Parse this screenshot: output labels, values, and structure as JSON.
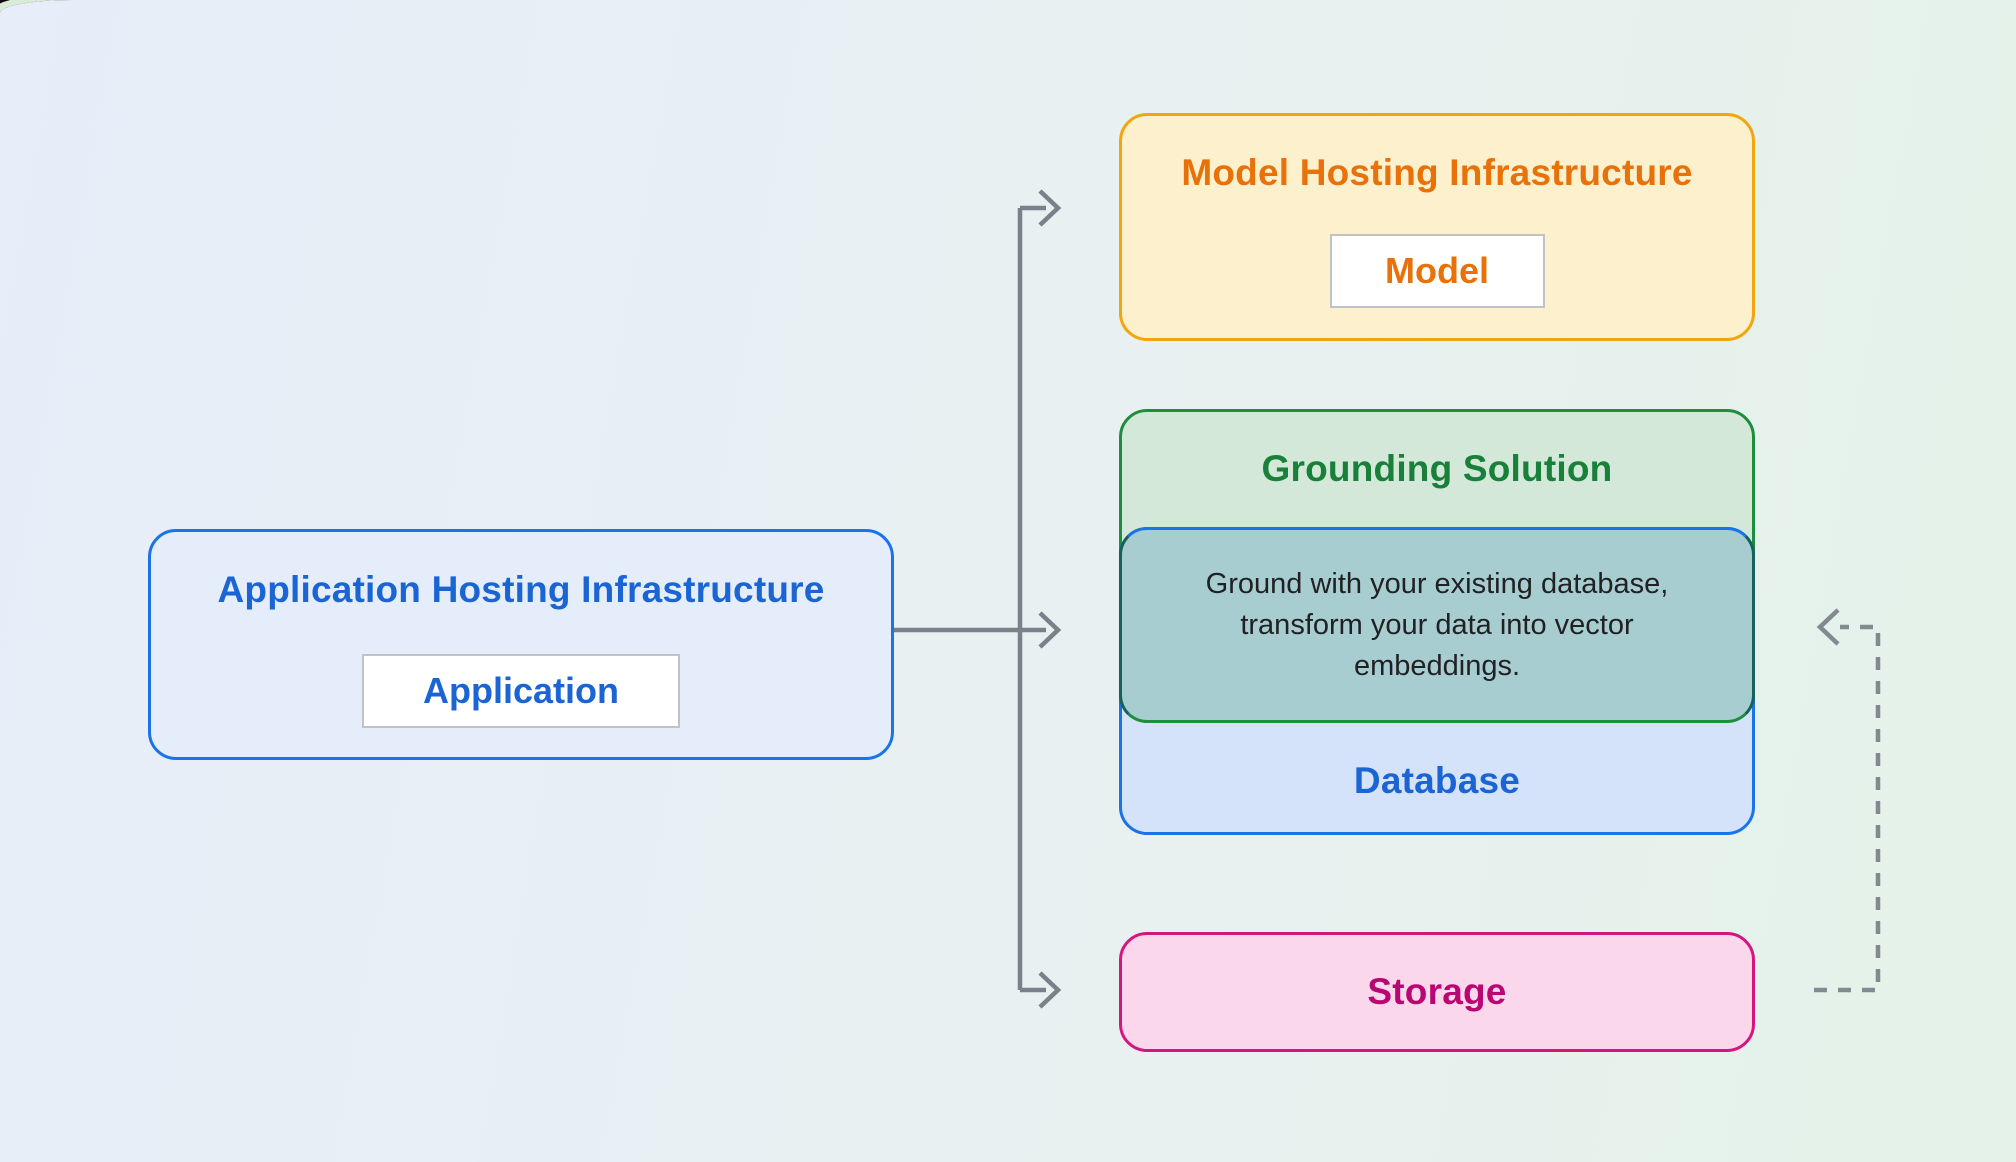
{
  "application": {
    "title": "Application Hosting Infrastructure",
    "chip": "Application"
  },
  "model": {
    "title": "Model Hosting Infrastructure",
    "chip": "Model"
  },
  "grounding": {
    "title": "Grounding Solution",
    "description": "Ground with your existing database, transform your data into vector embeddings.",
    "database_label": "Database"
  },
  "storage": {
    "label": "Storage"
  },
  "colors": {
    "background_left": "#e7edf9",
    "background_right": "#e4f2e9",
    "blue_border": "#1a73e8",
    "blue_text": "#1a64d4",
    "blue_fill": "#e5edfb",
    "database_fill": "#d4e3fa",
    "orange_border": "#f3a50d",
    "orange_text": "#e8710a",
    "orange_fill": "#fcf0cd",
    "green_border": "#1e8e3e",
    "green_text": "#188038",
    "green_fill": "#d3e8d9",
    "overlap_fill": "#a8cdd0",
    "overlap_text": "#202124",
    "pink_border": "#d6157f",
    "pink_text": "#b80672",
    "pink_fill": "#fad7ea",
    "arrow_gray": "#79818a"
  }
}
